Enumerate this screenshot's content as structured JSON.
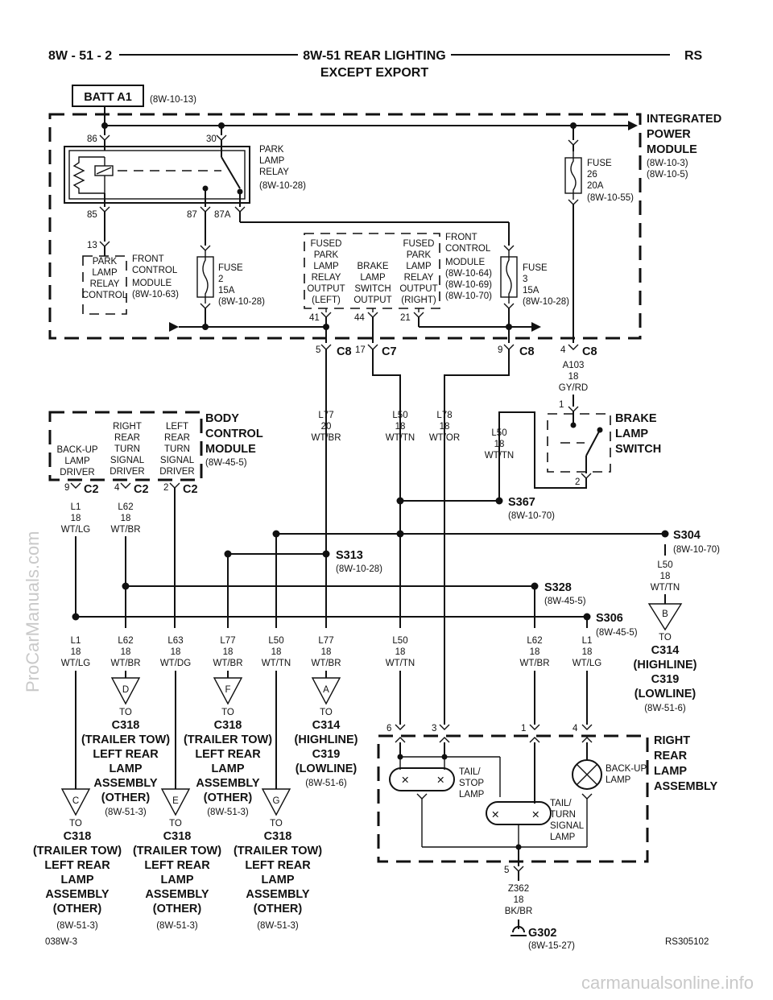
{
  "header": {
    "page": "8W - 51 - 2",
    "title_line1": "8W-51 REAR LIGHTING",
    "title_line2": "EXCEPT EXPORT",
    "right": "RS"
  },
  "batt": {
    "label": "BATT A1",
    "ref": "(8W-10-13)"
  },
  "ipm": {
    "l1": "INTEGRATED",
    "l2": "POWER",
    "l3": "MODULE",
    "r1": "(8W-10-3)",
    "r2": "(8W-10-5)"
  },
  "relay": {
    "p86": "86",
    "p30": "30",
    "p85": "85",
    "p87": "87",
    "p87a": "87A",
    "l1": "PARK",
    "l2": "LAMP",
    "l3": "RELAY",
    "ref": "(8W-10-28)"
  },
  "fuse26": {
    "l1": "FUSE",
    "l2": "26",
    "l3": "20A",
    "ref": "(8W-10-55)"
  },
  "fuse2": {
    "l1": "FUSE",
    "l2": "2",
    "l3": "15A",
    "ref": "(8W-10-28)"
  },
  "fuse3": {
    "l1": "FUSE",
    "l2": "3",
    "l3": "15A",
    "ref": "(8W-10-28)"
  },
  "fcm_left": {
    "pin": "13",
    "b1": "PARK",
    "b2": "LAMP",
    "b3": "RELAY",
    "b4": "CONTROL",
    "t1": "FRONT",
    "t2": "CONTROL",
    "t3": "MODULE",
    "ref": "(8W-10-63)"
  },
  "fcm_right": {
    "t1": "FRONT",
    "t2": "CONTROL",
    "t3": "MODULE",
    "r1": "(8W-10-64)",
    "r2": "(8W-10-69)",
    "r3": "(8W-10-70)"
  },
  "fcm_outputs": [
    {
      "l": [
        "FUSED",
        "PARK",
        "LAMP",
        "RELAY",
        "OUTPUT",
        "(LEFT)"
      ],
      "pin": "41"
    },
    {
      "l": [
        "BRAKE",
        "LAMP",
        "SWITCH",
        "OUTPUT"
      ],
      "pin": "44"
    },
    {
      "l": [
        "FUSED",
        "PARK",
        "LAMP",
        "RELAY",
        "OUTPUT",
        "(RIGHT)"
      ],
      "pin": "21"
    }
  ],
  "connectors": {
    "c8a_pin": "5",
    "c8a": "C8",
    "c7_pin": "17",
    "c7": "C7",
    "c8b_pin": "9",
    "c8b": "C8",
    "c8c_pin": "4",
    "c8c": "C8"
  },
  "a103": [
    "A103",
    "18",
    "GY/RD"
  ],
  "bcm": {
    "l1": "BODY",
    "l2": "CONTROL",
    "l3": "MODULE",
    "ref": "(8W-45-5)",
    "drivers": [
      {
        "l": [
          "BACK-UP",
          "LAMP",
          "DRIVER"
        ],
        "pin": "9",
        "conn": "C2"
      },
      {
        "l": [
          "RIGHT",
          "REAR",
          "TURN",
          "SIGNAL",
          "DRIVER"
        ],
        "pin": "4",
        "conn": "C2"
      },
      {
        "l": [
          "LEFT",
          "REAR",
          "TURN",
          "SIGNAL",
          "DRIVER"
        ],
        "pin": "2",
        "conn": "C2"
      }
    ]
  },
  "bls": {
    "l1": "BRAKE",
    "l2": "LAMP",
    "l3": "SWITCH",
    "p1": "1",
    "p2": "2"
  },
  "upper_wires": {
    "l1": [
      "L1",
      "18",
      "WT/LG"
    ],
    "l62": [
      "L62",
      "18",
      "WT/BR"
    ],
    "l77": [
      "L77",
      "20",
      "WT/BR"
    ],
    "l50a": [
      "L50",
      "18",
      "WT/TN"
    ],
    "l78": [
      "L78",
      "18",
      "WT/OR"
    ],
    "l50b": [
      "L50",
      "18",
      "WT/TN"
    ]
  },
  "splices": {
    "s367": {
      "n": "S367",
      "ref": "(8W-10-70)"
    },
    "s304": {
      "n": "S304",
      "ref": "(8W-10-70)"
    },
    "s313": {
      "n": "S313",
      "ref": "(8W-10-28)"
    },
    "s328": {
      "n": "S328",
      "ref": "(8W-45-5)"
    },
    "s306": {
      "n": "S306",
      "ref": "(8W-45-5)"
    }
  },
  "s304_wire": [
    "L50",
    "18",
    "WT/TN"
  ],
  "lower_wires": [
    [
      "L1",
      "18",
      "WT/LG"
    ],
    [
      "L62",
      "18",
      "WT/BR"
    ],
    [
      "L63",
      "18",
      "WT/DG"
    ],
    [
      "L77",
      "18",
      "WT/BR"
    ],
    [
      "L50",
      "18",
      "WT/TN"
    ],
    [
      "L77",
      "18",
      "WT/BR"
    ],
    [
      "L50",
      "18",
      "WT/TN"
    ],
    [
      "L62",
      "18",
      "WT/BR"
    ],
    [
      "L1",
      "18",
      "WT/LG"
    ]
  ],
  "offpage": {
    "b": {
      "letter": "B",
      "to": "TO",
      "lines": [
        "C314",
        "(HIGHLINE)",
        "C319",
        "(LOWLINE)"
      ],
      "ref": "(8W-51-6)"
    },
    "d": {
      "letter": "D",
      "to": "TO",
      "lines": [
        "C318",
        "(TRAILER TOW)",
        "LEFT REAR",
        "LAMP",
        "ASSEMBLY",
        "(OTHER)"
      ],
      "ref": "(8W-51-3)"
    },
    "f": {
      "letter": "F",
      "to": "TO",
      "lines": [
        "C318",
        "(TRAILER TOW)",
        "LEFT REAR",
        "LAMP",
        "ASSEMBLY",
        "(OTHER)"
      ],
      "ref": "(8W-51-3)"
    },
    "a": {
      "letter": "A",
      "to": "TO",
      "lines": [
        "C314",
        "(HIGHLINE)",
        "C319",
        "(LOWLINE)"
      ],
      "ref": "(8W-51-6)"
    },
    "c": {
      "letter": "C",
      "to": "TO",
      "lines": [
        "C318",
        "(TRAILER TOW)",
        "LEFT REAR",
        "LAMP",
        "ASSEMBLY",
        "(OTHER)"
      ],
      "ref": "(8W-51-3)"
    },
    "e": {
      "letter": "E",
      "to": "TO",
      "lines": [
        "C318",
        "(TRAILER TOW)",
        "LEFT REAR",
        "LAMP",
        "ASSEMBLY",
        "(OTHER)"
      ],
      "ref": "(8W-51-3)"
    },
    "g": {
      "letter": "G",
      "to": "TO",
      "lines": [
        "C318",
        "(TRAILER TOW)",
        "LEFT REAR",
        "LAMP",
        "ASSEMBLY",
        "(OTHER)"
      ],
      "ref": "(8W-51-3)"
    }
  },
  "rrla": {
    "l1": "RIGHT",
    "l2": "REAR",
    "l3": "LAMP",
    "l4": "ASSEMBLY",
    "p6": "6",
    "p3": "3",
    "p1": "1",
    "p4": "4",
    "p5": "5",
    "tail_stop": [
      "TAIL/",
      "STOP",
      "LAMP"
    ],
    "tail_turn": [
      "TAIL/",
      "TURN",
      "SIGNAL",
      "LAMP"
    ],
    "backup": [
      "BACK-UP",
      "LAMP"
    ]
  },
  "ground_wire": [
    "Z362",
    "18",
    "BK/BR"
  ],
  "ground": {
    "n": "G302",
    "ref": "(8W-15-27)"
  },
  "footer": {
    "left": "038W-3",
    "right": "RS305102"
  },
  "watermarks": {
    "side": "ProCarManuals.com",
    "bottom": "carmanualsonline.info"
  }
}
